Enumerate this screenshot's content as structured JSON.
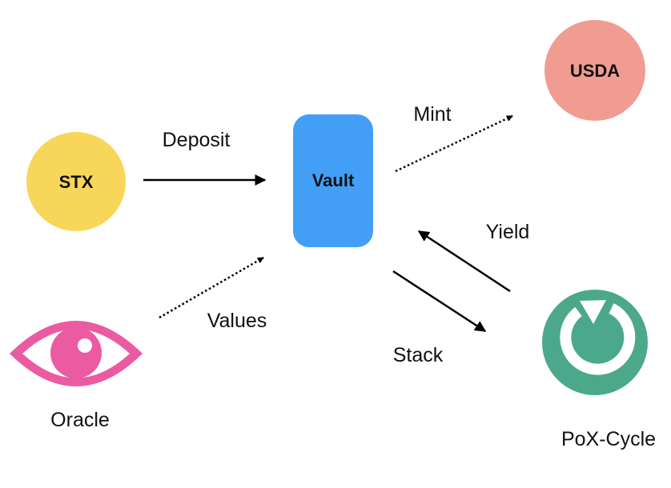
{
  "colors": {
    "stx": "#F8D659",
    "vault": "#439FF6",
    "usda": "#F19C91",
    "oracle": "#EA5BA2",
    "pox": "#4CA88B",
    "line": "#000000"
  },
  "nodes": {
    "stx": {
      "label": "STX",
      "icon": "circle"
    },
    "vault": {
      "label": "Vault",
      "icon": "rounded-rect"
    },
    "usda": {
      "label": "USDA",
      "icon": "circle"
    },
    "oracle": {
      "label": "Oracle",
      "icon": "eye-icon"
    },
    "pox": {
      "label": "PoX-Cycle",
      "icon": "refresh-icon"
    }
  },
  "edges": {
    "deposit": {
      "label": "Deposit",
      "style": "solid"
    },
    "mint": {
      "label": "Mint",
      "style": "dotted"
    },
    "values": {
      "label": "Values",
      "style": "dotted"
    },
    "stack": {
      "label": "Stack",
      "style": "solid"
    },
    "yield": {
      "label": "Yield",
      "style": "solid"
    }
  }
}
